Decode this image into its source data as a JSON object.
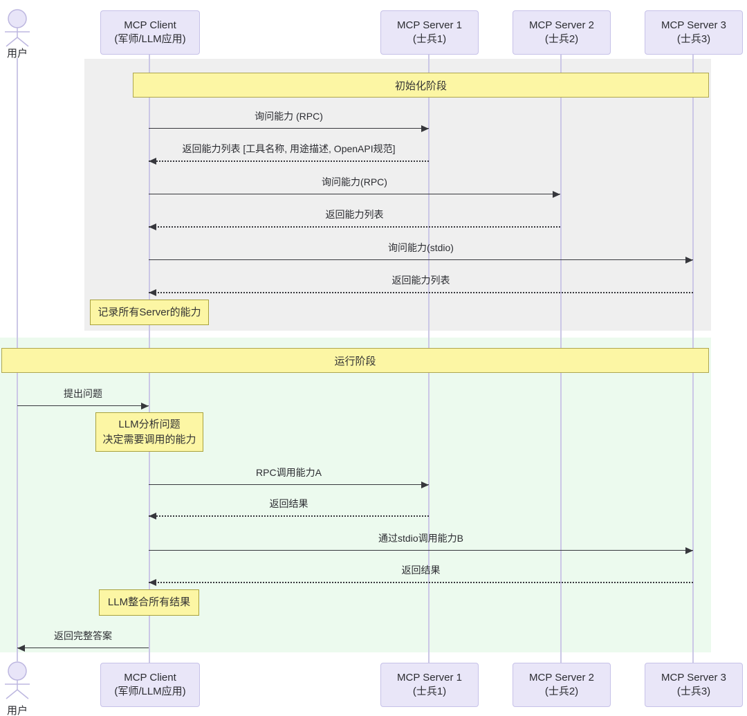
{
  "diagram_type": "sequence",
  "actors": [
    {
      "name": "用户",
      "type": "person"
    },
    {
      "name": "MCP Client",
      "subtitle": "(军师/LLM应用)"
    },
    {
      "name": "MCP Server 1",
      "subtitle": "(士兵1)"
    },
    {
      "name": "MCP Server 2",
      "subtitle": "(士兵2)"
    },
    {
      "name": "MCP Server 3",
      "subtitle": "(士兵3)"
    }
  ],
  "phases": [
    {
      "label": "初始化阶段",
      "background": "#efefef"
    },
    {
      "label": "运行阶段",
      "background": "#ecfaee"
    }
  ],
  "messages": [
    {
      "from": "MCP Client",
      "to": "MCP Server 1",
      "style": "solid",
      "phase": "初始化阶段",
      "label": "询问能力 (RPC)"
    },
    {
      "from": "MCP Server 1",
      "to": "MCP Client",
      "style": "dashed",
      "phase": "初始化阶段",
      "label": "返回能力列表 [工具名称, 用途描述, OpenAPI规范]"
    },
    {
      "from": "MCP Client",
      "to": "MCP Server 2",
      "style": "solid",
      "phase": "初始化阶段",
      "label": "询问能力(RPC)"
    },
    {
      "from": "MCP Server 2",
      "to": "MCP Client",
      "style": "dashed",
      "phase": "初始化阶段",
      "label": "返回能力列表"
    },
    {
      "from": "MCP Client",
      "to": "MCP Server 3",
      "style": "solid",
      "phase": "初始化阶段",
      "label": "询问能力(stdio)"
    },
    {
      "from": "MCP Server 3",
      "to": "MCP Client",
      "style": "dashed",
      "phase": "初始化阶段",
      "label": "返回能力列表"
    },
    {
      "from": "用户",
      "to": "MCP Client",
      "style": "solid",
      "phase": "运行阶段",
      "label": "提出问题"
    },
    {
      "from": "MCP Client",
      "to": "MCP Server 1",
      "style": "solid",
      "phase": "运行阶段",
      "label": "RPC调用能力A"
    },
    {
      "from": "MCP Server 1",
      "to": "MCP Client",
      "style": "dashed",
      "phase": "运行阶段",
      "label": "返回结果"
    },
    {
      "from": "MCP Client",
      "to": "MCP Server 3",
      "style": "solid",
      "phase": "运行阶段",
      "label": "通过stdio调用能力B"
    },
    {
      "from": "MCP Server 3",
      "to": "MCP Client",
      "style": "dashed",
      "phase": "运行阶段",
      "label": "返回结果"
    },
    {
      "from": "MCP Client",
      "to": "用户",
      "style": "solid",
      "phase": "运行阶段",
      "label": "返回完整答案"
    }
  ],
  "notes": [
    {
      "over": "MCP Client",
      "lines": [
        "记录所有Server的能力"
      ]
    },
    {
      "over": "MCP Client",
      "lines": [
        "LLM分析问题",
        "决定需要调用的能力"
      ]
    },
    {
      "over": "MCP Client",
      "lines": [
        "LLM整合所有结果"
      ]
    }
  ],
  "colors": {
    "actor_box_fill": "#e9e6f8",
    "actor_box_border": "#c6c1e8",
    "lifeline": "#cbc7e6",
    "phase_init_bg": "#efefef",
    "phase_run_bg": "#ecfaee",
    "banner_fill": "#fcf6a4",
    "banner_border": "#aea64f",
    "note_fill": "#fcf6a4",
    "note_border": "#a8a13c",
    "arrow": "#36373c",
    "text": "#2b2c31"
  }
}
